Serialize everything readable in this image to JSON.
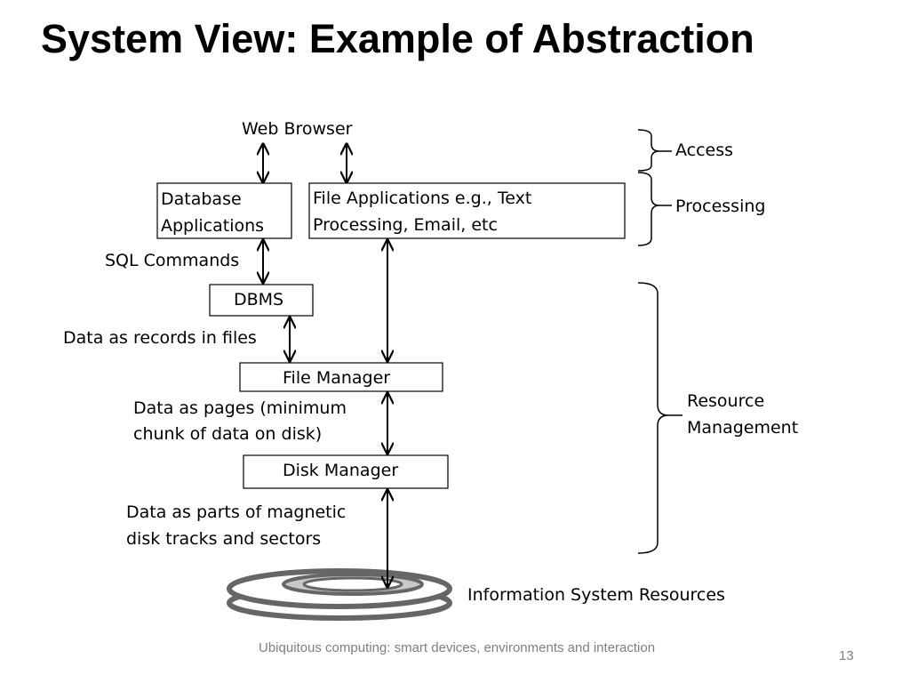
{
  "slide": {
    "title": "System View: Example of Abstraction",
    "footer": "Ubiquitous computing: smart devices, environments and interaction",
    "page_number": "13"
  },
  "diagram": {
    "web_browser": "Web Browser",
    "db_apps": [
      "Database",
      "Applications"
    ],
    "file_apps": [
      "File Applications e.g., Text",
      "Processing, Email, etc"
    ],
    "sql_commands": "SQL Commands",
    "dbms": "DBMS",
    "records_label": "Data as records in files",
    "file_manager": "File Manager",
    "pages_label": [
      "Data as pages (minimum",
      "chunk of data on disk)"
    ],
    "disk_manager": "Disk Manager",
    "tracks_label": [
      "Data as parts of  magnetic",
      "disk tracks and sectors"
    ],
    "resources_label": "Information System Resources",
    "layers": {
      "access": "Access",
      "processing": "Processing",
      "resource_management": [
        "Resource",
        "Management"
      ]
    }
  }
}
